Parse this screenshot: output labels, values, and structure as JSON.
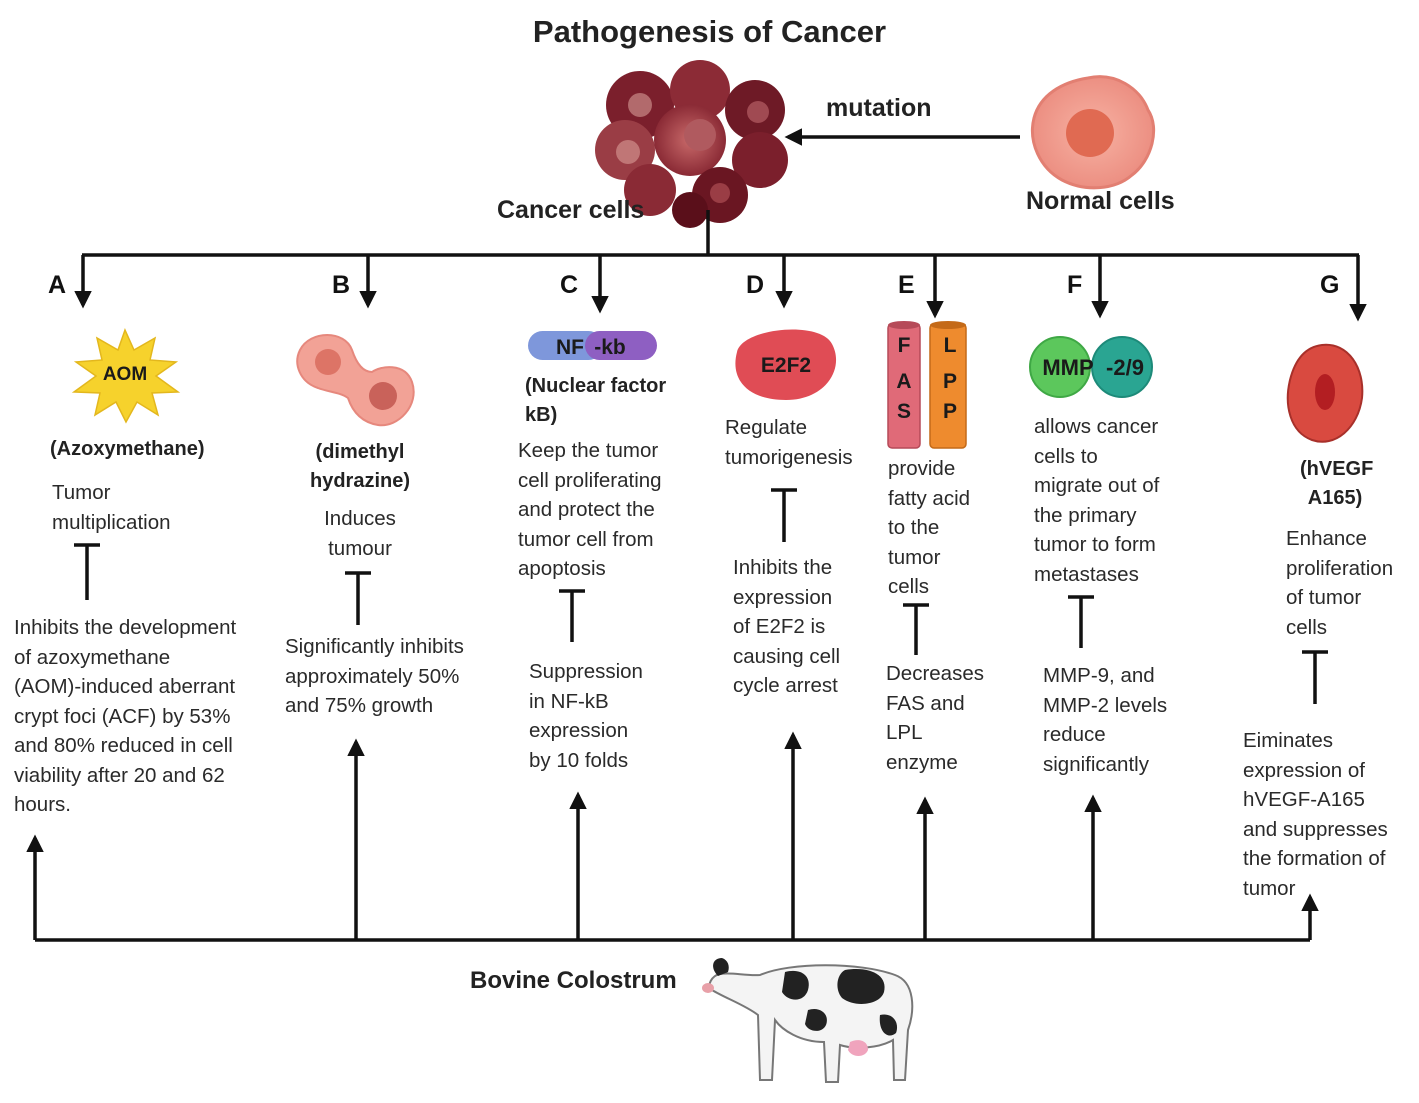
{
  "title": "Pathogenesis of Cancer",
  "mutation_label": "mutation",
  "cancer_cells_label": "Cancer cells",
  "normal_cells_label": "Normal cells",
  "bovine_label": "Bovine Colostrum",
  "colors": {
    "line": "#111111",
    "aom_star": "#f6d22c",
    "nfkb_left": "#7e97db",
    "nfkb_right": "#8e5fc2",
    "e2f2": "#e04c55",
    "fas_tube": "#e06a78",
    "lpp_tube": "#ee8b2e",
    "mmp_left": "#5cc75c",
    "mmp_right": "#2aa592",
    "hvegf": "#d94a40"
  },
  "panels": [
    {
      "letter": "A",
      "badge": "AOM",
      "subtitle": "(Azoxymethane)",
      "effect": "Tumor\nmultiplication",
      "inhibit": "Inhibits the development\nof azoxymethane\n(AOM)-induced aberrant\ncrypt foci (ACF) by 53%\nand 80% reduced in cell\nviability after 20 and 62\nhours."
    },
    {
      "letter": "B",
      "subtitle": "(dimethyl\nhydrazine)",
      "effect": "Induces\ntumour",
      "inhibit": "Significantly inhibits\napproximately 50%\nand 75% growth"
    },
    {
      "letter": "C",
      "badge_left": "NF",
      "badge_right": "-kb",
      "subtitle": "(Nuclear factor\nkB)",
      "effect": "Keep the tumor\ncell proliferating\nand protect the\ntumor cell from\napoptosis",
      "inhibit": "Suppression\nin NF-kB\nexpression\nby 10 folds"
    },
    {
      "letter": "D",
      "badge": "E2F2",
      "effect": "Regulate\ntumorigenesis",
      "inhibit": "Inhibits the\nexpression\nof E2F2 is\ncausing cell\ncycle arrest"
    },
    {
      "letter": "E",
      "tube_left": [
        "F",
        "A",
        "S"
      ],
      "tube_right": [
        "L",
        "P",
        "P"
      ],
      "effect": "provide\nfatty acid\nto the\ntumor\ncells",
      "inhibit": "Decreases\nFAS and\nLPL\nenzyme"
    },
    {
      "letter": "F",
      "badge_left": "MMP",
      "badge_right": "-2/9",
      "effect": "allows cancer\ncells to\nmigrate out of\nthe primary\ntumor to form\nmetastases",
      "inhibit": "MMP-9, and\nMMP-2 levels\nreduce\nsignificantly"
    },
    {
      "letter": "G",
      "subtitle": "(hVEGF\nA165)",
      "effect": "Enhance\nproliferation\nof tumor\ncells",
      "inhibit": "Eiminates\nexpression of\nhVEGF-A165\nand suppresses\nthe formation of\ntumor"
    }
  ]
}
